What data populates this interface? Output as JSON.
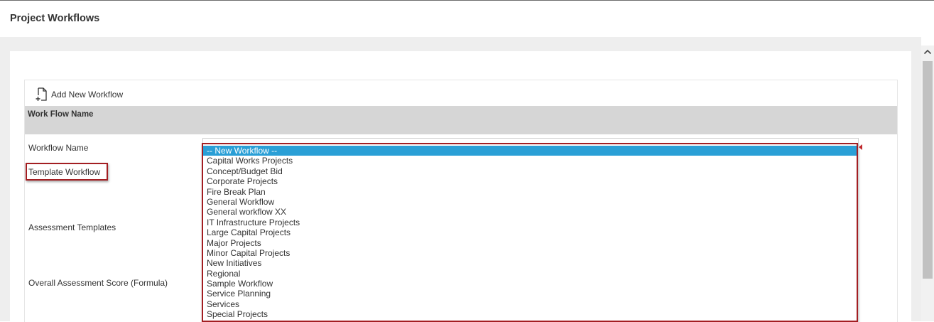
{
  "page": {
    "title": "Project Workflows"
  },
  "toolbar": {
    "add_label": "Add New Workflow",
    "add_icon": "add-document-icon"
  },
  "grid": {
    "header": "Work Flow Name"
  },
  "form": {
    "labels": {
      "workflow_name": "Workflow Name",
      "template_workflow": "Template Workflow",
      "assessment_templates": "Assessment Templates",
      "overall_score": "Overall Assessment Score (Formula)"
    }
  },
  "dropdown": {
    "selected_index": 0,
    "options": [
      "-- New Workflow --",
      "Capital Works Projects",
      "Concept/Budget Bid",
      "Corporate Projects",
      "Fire Break Plan",
      "General Workflow",
      "General workflow XX",
      "IT Infrastructure Projects",
      "Large Capital Projects",
      "Major Projects",
      "Minor Capital Projects",
      "New Initiatives",
      "Regional",
      "Sample Workflow",
      "Service Planning",
      "Services",
      "Special Projects"
    ]
  },
  "colors": {
    "highlight": "#a31e22",
    "selected": "#2a9fd6",
    "header_bg": "#d6d6d6"
  },
  "scrollbar": {
    "up_icon": "chevron-up-icon"
  }
}
